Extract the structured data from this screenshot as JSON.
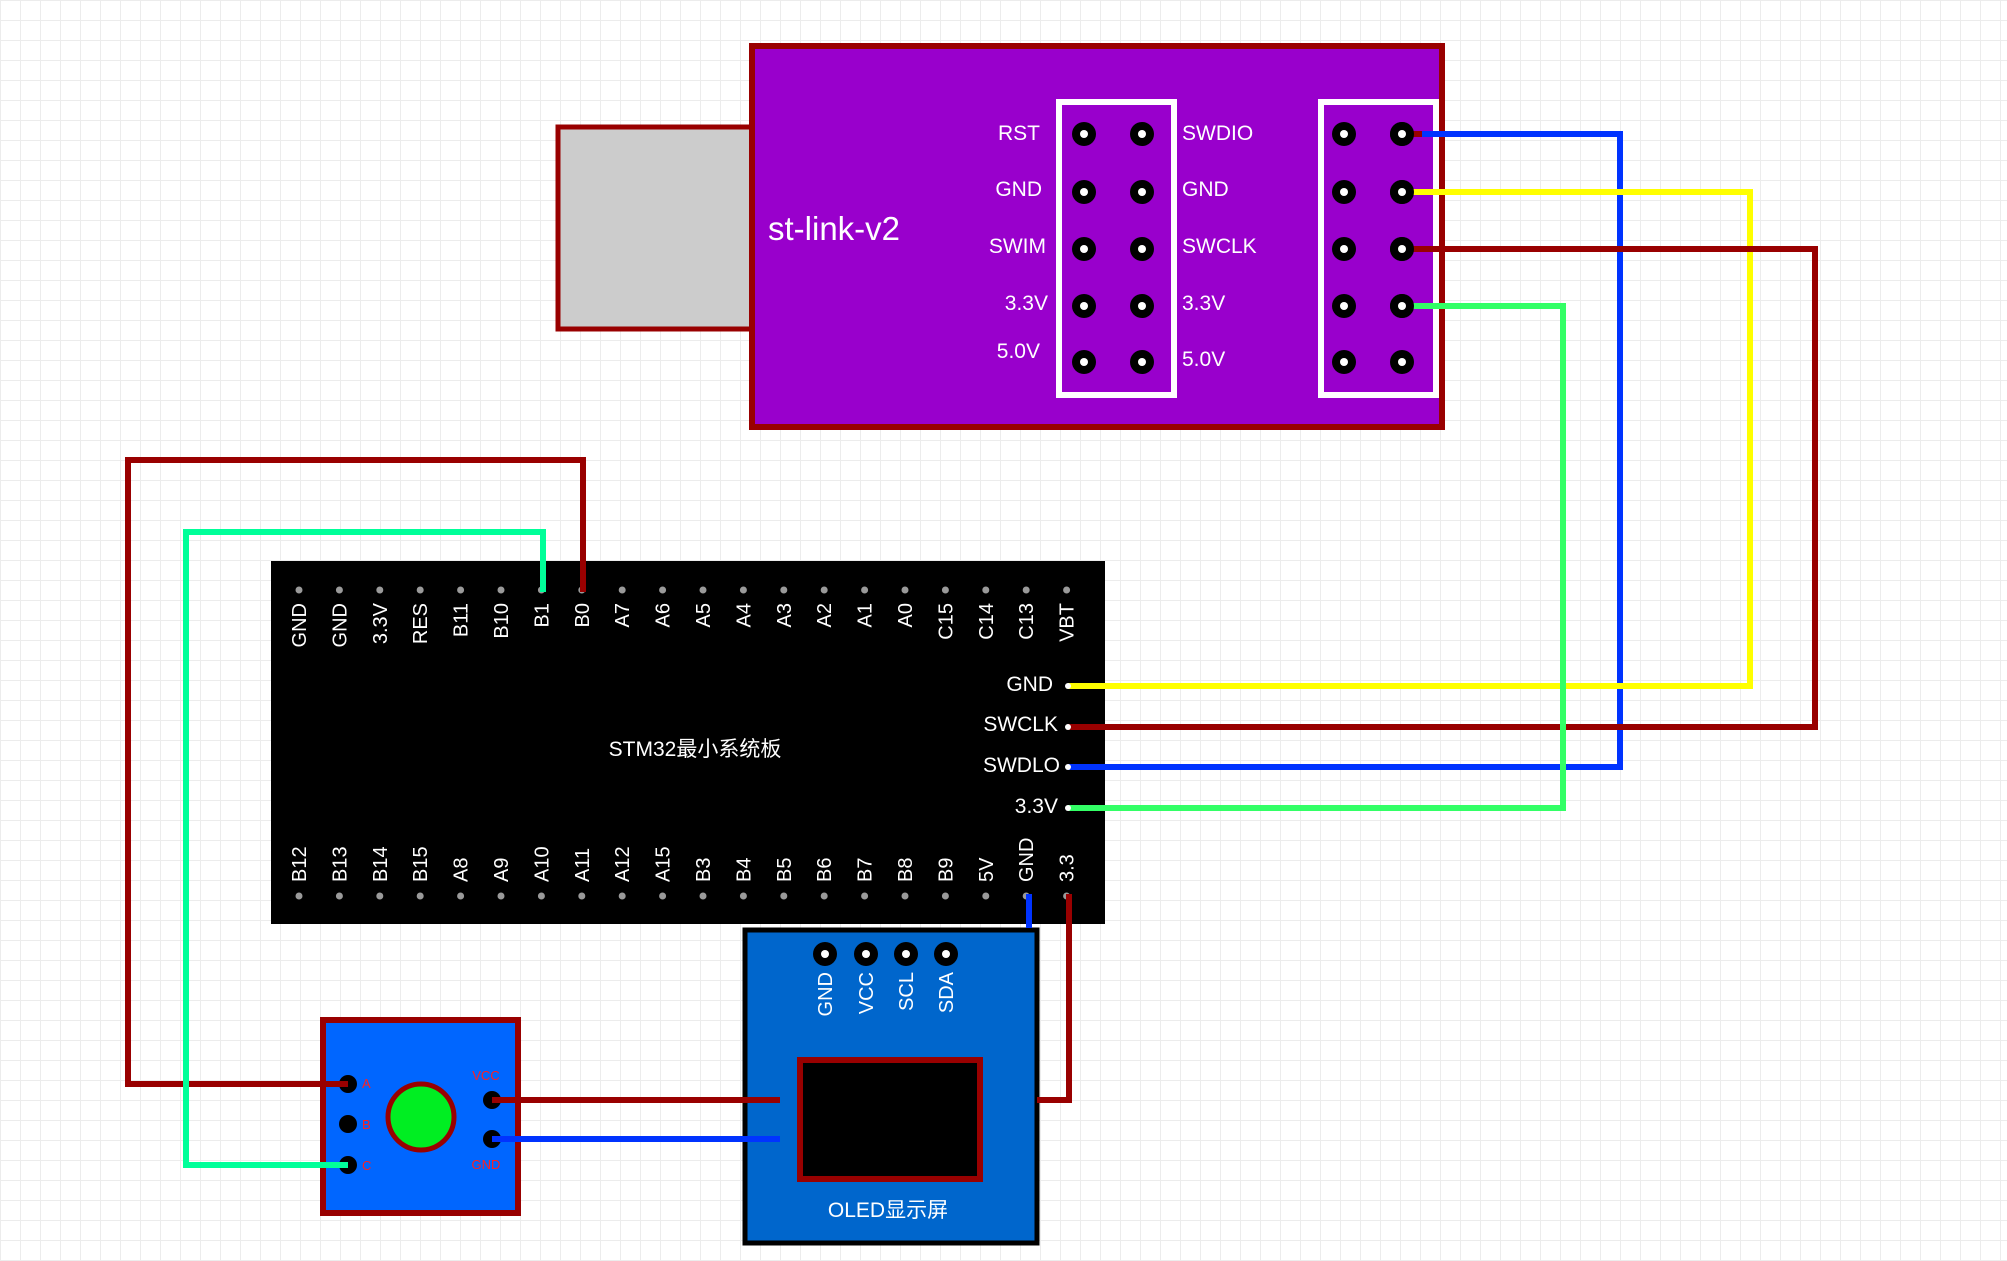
{
  "colors": {
    "stlink_body": "#9900cc",
    "board_outline": "#990000",
    "stm32_body": "#000000",
    "oled_body": "#0066cc",
    "encoder_body": "#0066ff",
    "knob": "#00ee22",
    "usb_plug": "#cccccc",
    "wire_red": "#990000",
    "wire_yellow": "#ffff00",
    "wire_blue": "#0033ff",
    "wire_green": "#33ff66",
    "wire_teal": "#00ff99"
  },
  "stlink": {
    "title": "st-link-v2",
    "left_labels": [
      "RST",
      "GND",
      "SWIM",
      "3.3V",
      "5.0V"
    ],
    "right_labels": [
      "SWDIO",
      "GND",
      "SWCLK",
      "3.3V",
      "5.0V"
    ]
  },
  "stm32": {
    "title": "STM32最小系统板",
    "top_pins": [
      "GND",
      "GND",
      "3.3V",
      "RES",
      "B11",
      "B10",
      "B1",
      "B0",
      "A7",
      "A6",
      "A5",
      "A4",
      "A3",
      "A2",
      "A1",
      "A0",
      "C15",
      "C14",
      "C13",
      "VBT"
    ],
    "bottom_pins": [
      "B12",
      "B13",
      "B14",
      "B15",
      "A8",
      "A9",
      "A10",
      "A11",
      "A12",
      "A15",
      "B3",
      "B4",
      "B5",
      "B6",
      "B7",
      "B8",
      "B9",
      "5V",
      "GND",
      "3.3"
    ],
    "side_pins": [
      "GND",
      "SWCLK",
      "SWDLO",
      "3.3V"
    ]
  },
  "oled": {
    "title": "OLED显示屏",
    "pins": [
      "GND",
      "VCC",
      "SCL",
      "SDA"
    ]
  },
  "encoder": {
    "left_pins": [
      "A",
      "B",
      "C"
    ],
    "right_pins": [
      "VCC",
      "GND"
    ]
  }
}
